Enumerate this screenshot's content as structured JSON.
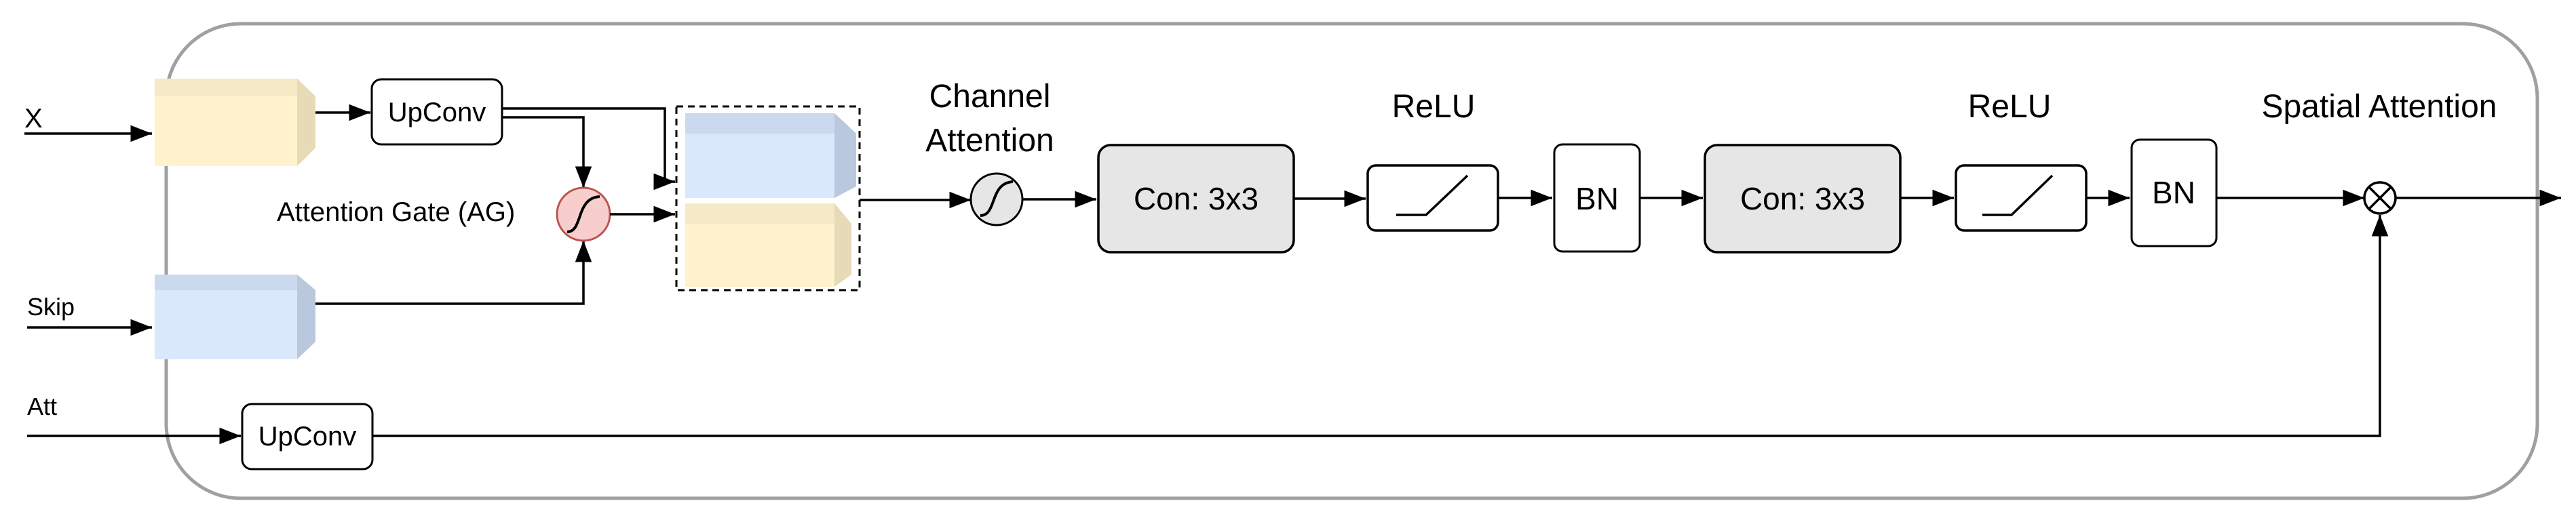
{
  "inputs": {
    "x_label": "X",
    "skip_label": "Skip",
    "att_label": "Att"
  },
  "blocks": {
    "upconv_top": "UpConv",
    "upconv_bottom": "UpConv",
    "attention_gate": "Attention Gate (AG)",
    "channel_attention_line1": "Channel",
    "channel_attention_line2": "Attention",
    "conv1": "Con: 3x3",
    "relu1": "ReLU",
    "bn1": "BN",
    "conv2": "Con: 3x3",
    "relu2": "ReLU",
    "bn2": "BN",
    "spatial_attention": "Spatial Attention"
  },
  "colors": {
    "yellow_front": "#FFF2CC",
    "yellow_side": "#E6DAB7",
    "yellow_top": "#F5E9C6",
    "blue_front": "#DAE8FC",
    "blue_side": "#BAC8DD",
    "blue_top": "#CBD9EE",
    "gate_fill": "#F8CECC",
    "gate_stroke": "#B85450",
    "sigmoid_fill": "#E6E6E6",
    "conv_fill": "#E6E6E6",
    "frame_stroke": "#A0A0A0"
  },
  "icons": {
    "attention_gate": "sigmoid-curve-icon",
    "channel_attention": "sigmoid-curve-icon",
    "relu": "relu-curve-icon",
    "spatial_attention": "multiply-circle-icon"
  }
}
